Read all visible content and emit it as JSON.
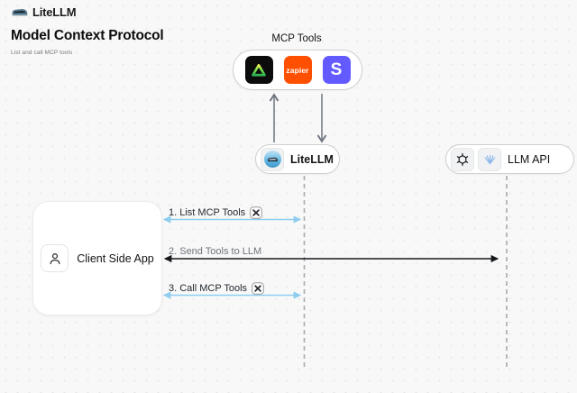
{
  "brand": {
    "name": "LiteLLM"
  },
  "header": {
    "title": "Model Context Protocol",
    "subtitle": "List and call MCP tools"
  },
  "diagram": {
    "mcp_tools": {
      "label": "MCP Tools",
      "tools": [
        {
          "name": "triangle-tool",
          "label": ""
        },
        {
          "name": "zapier",
          "label": "zapier",
          "color": "#ff4f00"
        },
        {
          "name": "stripe",
          "label": "S",
          "color": "#635bff"
        }
      ]
    },
    "nodes": {
      "litellm": {
        "label": "LiteLLM"
      },
      "llm_api": {
        "label": "LLM API"
      },
      "client": {
        "label": "Client Side App"
      }
    },
    "flows": [
      {
        "label": "1. List MCP Tools",
        "has_tool_icon": true,
        "arrow_color": "#8ecdf0"
      },
      {
        "label": "2. Send Tools to LLM",
        "has_tool_icon": false,
        "arrow_color": "#16181c"
      },
      {
        "label": "3. Call MCP Tools",
        "has_tool_icon": true,
        "arrow_color": "#8ecdf0"
      }
    ],
    "colors": {
      "background": "#f8f8f8",
      "accent_blue_arrow": "#8ecdf0",
      "black_arrow": "#16181c",
      "gray_arrow": "#6f7680",
      "lifeline_gray": "#a6abb1",
      "zapier_orange": "#ff4f00",
      "stripe_indigo": "#635bff",
      "triangle_green": "#3fbf4f"
    }
  }
}
